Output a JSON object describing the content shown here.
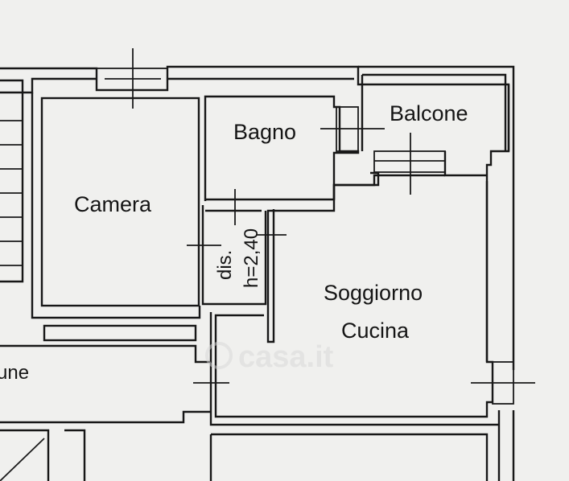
{
  "rooms": {
    "bagno": "Bagno",
    "balcone": "Balcone",
    "camera": "Camera",
    "soggiorno": "Soggiorno",
    "cucina": "Cucina",
    "dis": "dis.",
    "height": "h=2,40",
    "partial_left": "une"
  },
  "watermark": "casa.it"
}
